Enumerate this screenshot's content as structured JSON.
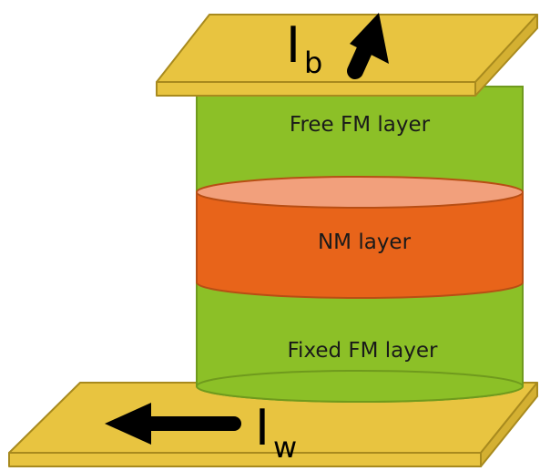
{
  "labels": {
    "free_layer": "Free FM layer",
    "nm_layer": "NM layer",
    "fixed_layer": "Fixed FM layer"
  },
  "currents": {
    "bias": {
      "symbol": "I",
      "subscript": "b"
    },
    "write": {
      "symbol": "I",
      "subscript": "w"
    }
  },
  "colors": {
    "electrode_fill": "#E8C440",
    "electrode_edge": "#A88A1E",
    "fm_layer": "#8CC027",
    "fm_layer_edge": "#6F9A1D",
    "nm_layer": "#E8641A",
    "nm_layer_top": "#F2A07C",
    "nm_layer_edge": "#B84E14",
    "arrow": "#000000"
  }
}
